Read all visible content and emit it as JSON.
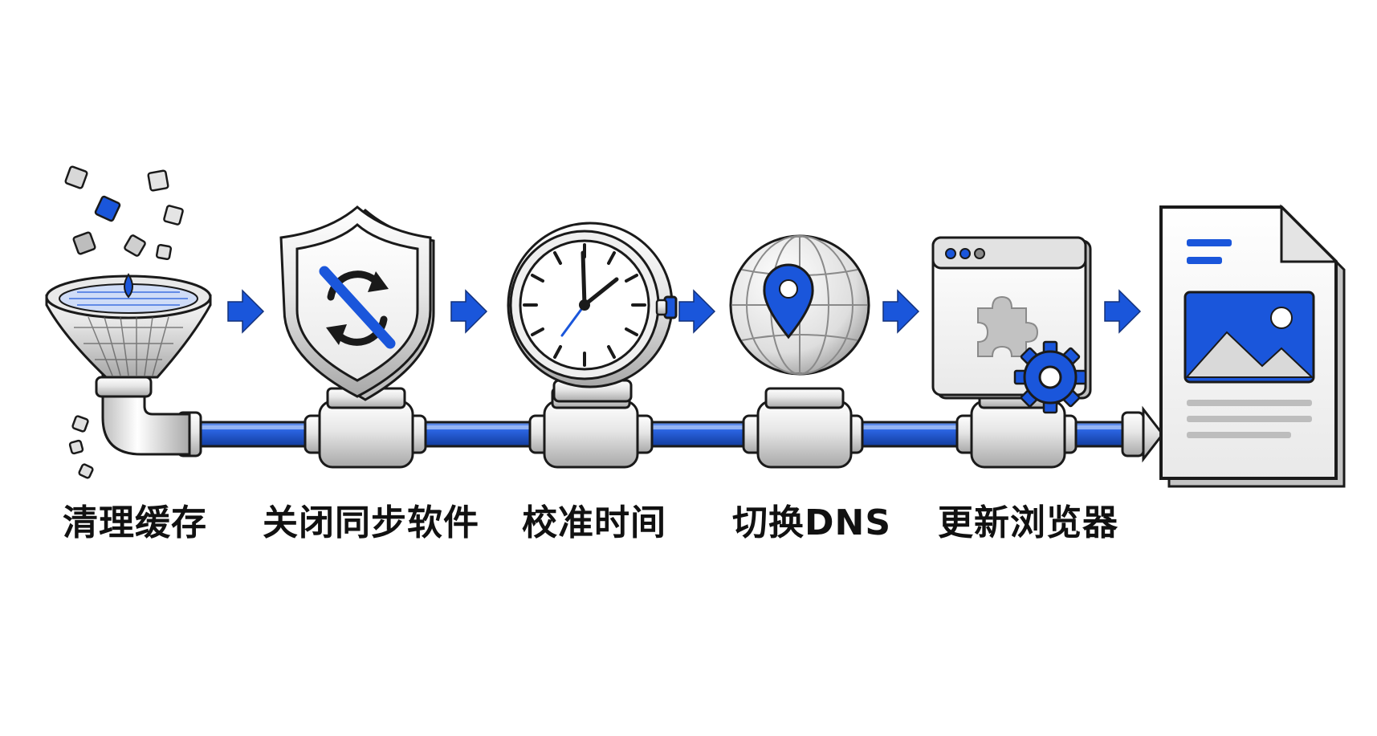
{
  "steps": [
    {
      "label": "清理缓存",
      "icon": "funnel-filter-icon"
    },
    {
      "label": "关闭同步软件",
      "icon": "shield-no-sync-icon"
    },
    {
      "label": "校准时间",
      "icon": "clock-gauge-icon"
    },
    {
      "label": "切换DNS",
      "icon": "globe-location-icon"
    },
    {
      "label": "更新浏览器",
      "icon": "browser-extension-gear-icon"
    }
  ],
  "result": {
    "icon": "document-image-icon"
  },
  "colors": {
    "accent": "#1a56db",
    "outline": "#1a1a1a",
    "metal_light": "#f2f2f2",
    "metal_mid": "#c9c9c9",
    "text": "#111111"
  }
}
